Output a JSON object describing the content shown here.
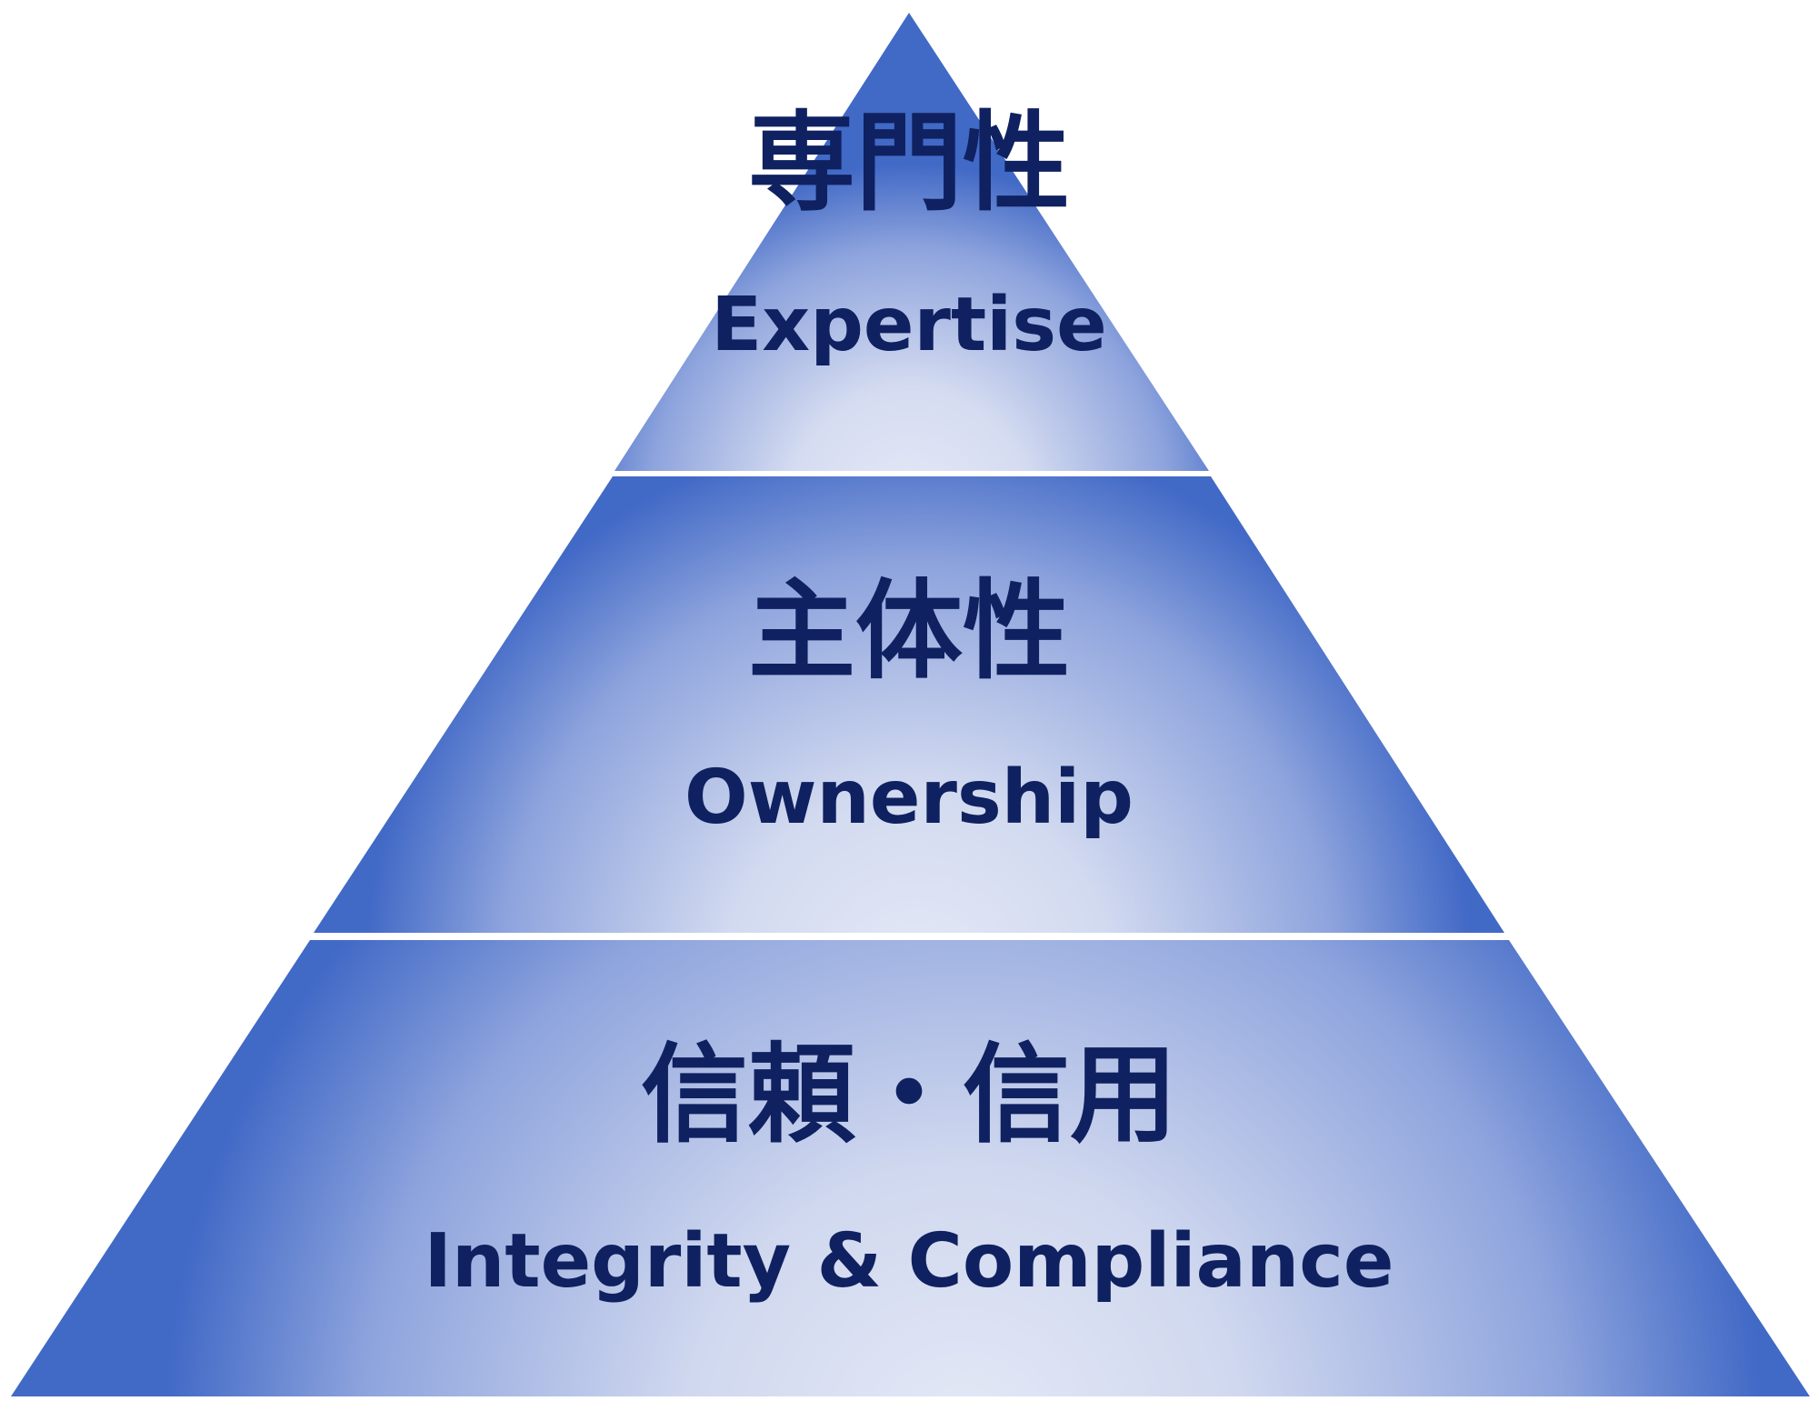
{
  "pyramid": {
    "tiers": [
      {
        "title_ja": "専門性",
        "title_en": "Expertise"
      },
      {
        "title_ja": "主体性",
        "title_en": "Ownership"
      },
      {
        "title_ja": "信頼・信用",
        "title_en": "Integrity & Compliance"
      }
    ]
  },
  "colors": {
    "fill_dark": "#4169c6",
    "fill_light": "#e4e9f6",
    "text": "#0f2160",
    "separator": "#ffffff"
  }
}
